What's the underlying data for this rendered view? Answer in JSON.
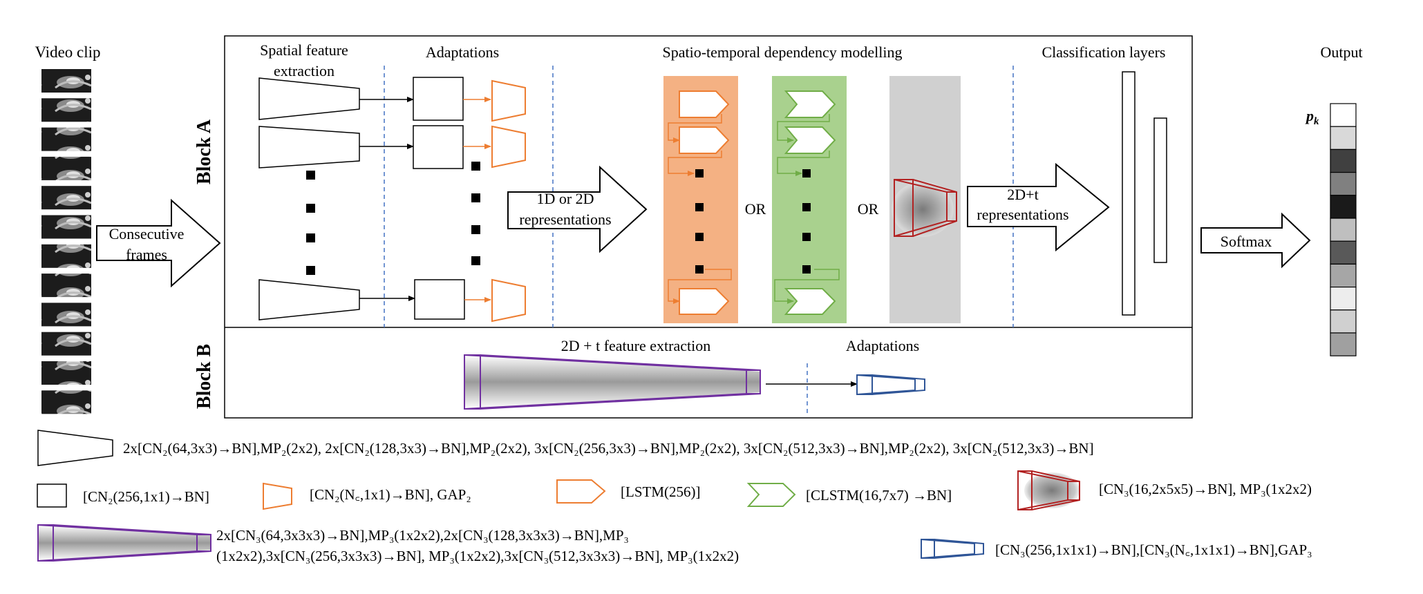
{
  "labels": {
    "video_clip": "Video clip",
    "consecutive_1": "Consecutive",
    "consecutive_2": "frames",
    "block_a": "Block A",
    "block_b": "Block B",
    "spatial_1": "Spatial feature",
    "spatial_2": "extraction",
    "adaptations_a": "Adaptations",
    "spatiotemporal": "Spatio-temporal dependency modelling",
    "classification": "Classification layers",
    "output": "Output",
    "rep_1d2d_1": "1D or 2D",
    "rep_1d2d_2": "representations",
    "or_1": "OR",
    "or_2": "OR",
    "rep_2dt_1": "2D+t",
    "rep_2dt_2": "representations",
    "softmax": "Softmax",
    "pk": "p",
    "pk_sub": "k",
    "feat_2dt": "2D + t feature extraction",
    "adaptations_b": "Adaptations"
  },
  "colors": {
    "orange": "#ed7d31",
    "orange_panel": "#f4b183",
    "green": "#70ad47",
    "green_panel": "#a9d18e",
    "gray_panel": "#d0d0d0",
    "red": "#b22222",
    "purple": "#7030a0",
    "blue": "#2f5597",
    "dashed": "#4472c4"
  },
  "output_cells": [
    "#ffffff",
    "#d9d9d9",
    "#404040",
    "#808080",
    "#1a1a1a",
    "#bfbfbf",
    "#595959",
    "#a6a6a6",
    "#ededed",
    "#d0d0d0",
    "#a0a0a0"
  ],
  "legend": {
    "vgg": "2x[CN₂(64,3x3)→BN],MP₂(2x2), 2x[CN₂(128,3x3)→BN],MP₂(2x2), 3x[CN₂(256,3x3)→BN],MP₂(2x2), 3x[CN₂(512,3x3)→BN],MP₂(2x2), 3x[CN₂(512,3x3)→BN]",
    "square": "[CN₂(256,1x1)→BN]",
    "orange_trap": "[CN₂(N꜀,1x1)→BN], GAP₂",
    "lstm": "[LSTM(256)]",
    "clstm": "[CLSTM(16,7x7) →BN]",
    "red3d": "[CN₃(16,2x5x5)→BN], MP₃(1x2x2)",
    "c3d_line1": "2x[CN₃(64,3x3x3)→BN],MP₃(1x2x2),2x[CN₃(128,3x3x3)→BN],MP₃",
    "c3d_line2": "(1x2x2),3x[CN₃(256,3x3x3)→BN], MP₃(1x2x2),3x[CN₃(512,3x3x3)→BN], MP₃(1x2x2)",
    "blue3d": "[CN₃(256,1x1x1)→BN],[CN₃(N꜀,1x1x1)→BN],GAP₃"
  }
}
